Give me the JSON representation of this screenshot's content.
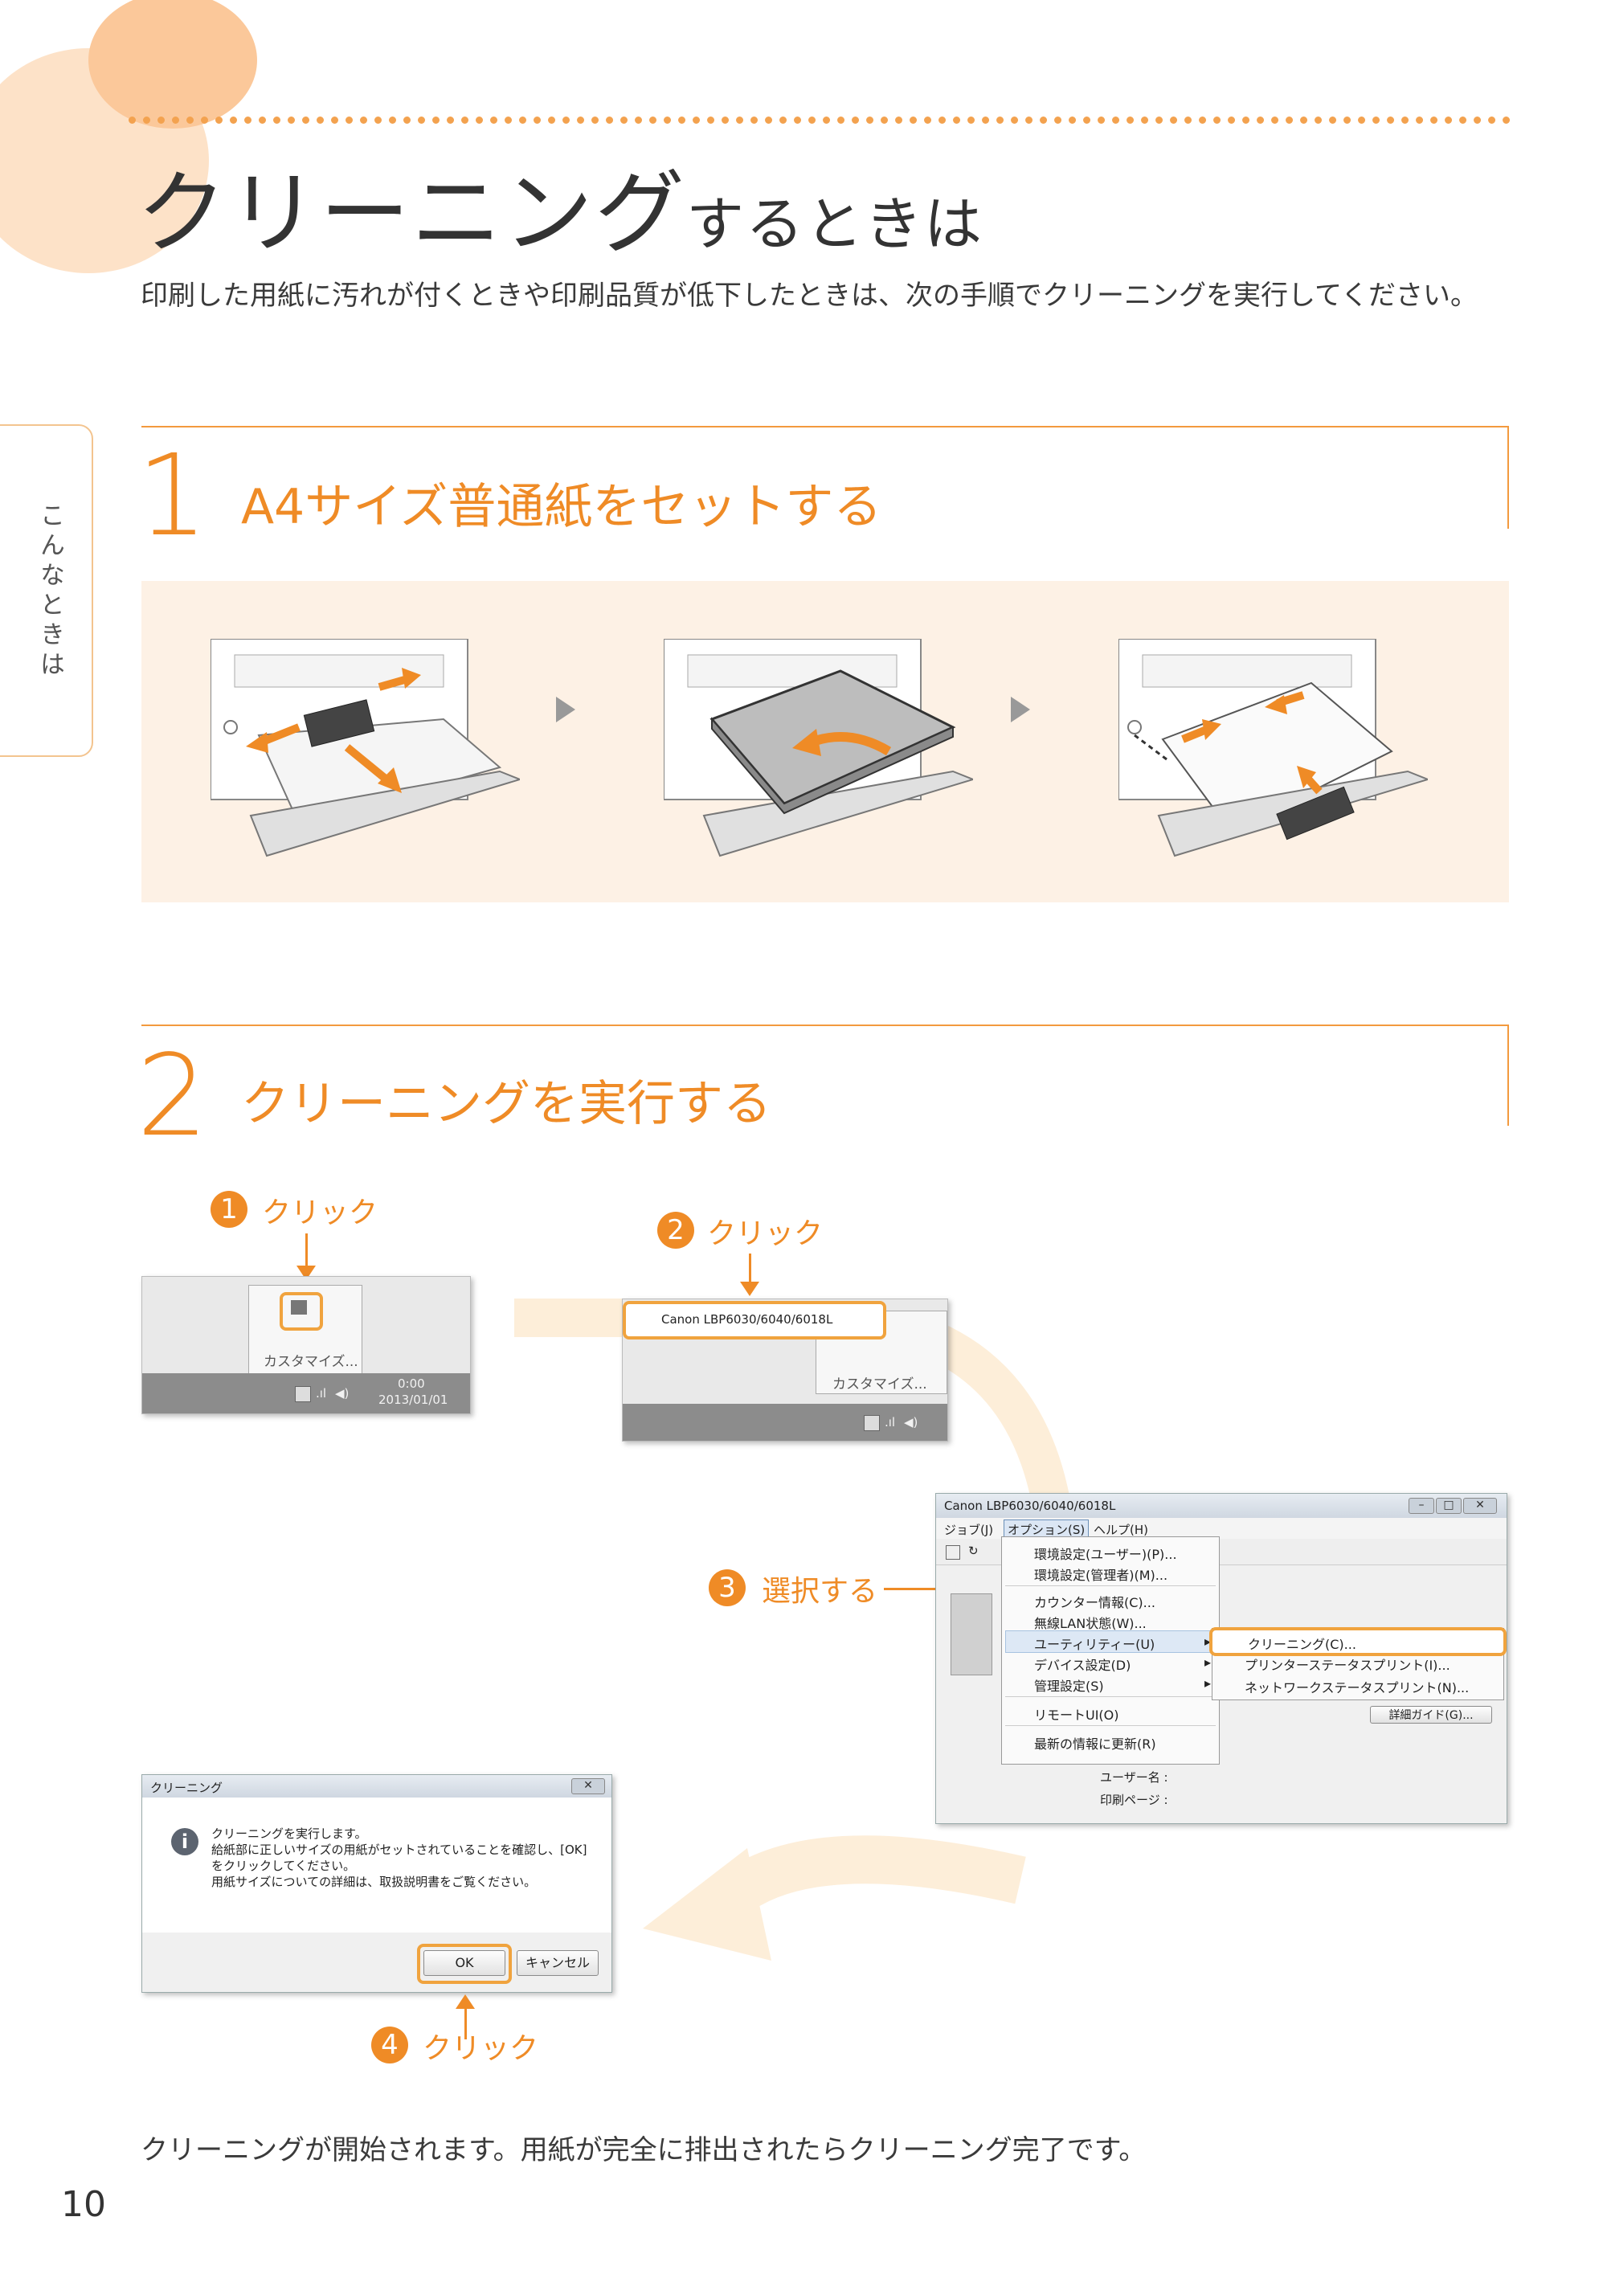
{
  "header": {
    "title_main": "クリーニング",
    "title_suffix": "するときは",
    "intro": "印刷した用紙に汚れが付くときや印刷品質が低下したときは、次の手順でクリーニングを実行してください。"
  },
  "sidetab": {
    "label": "こんなときは"
  },
  "section1": {
    "number": "1",
    "title": "A4サイズ普通紙をセットする"
  },
  "section2": {
    "number": "2",
    "title": "クリーニングを実行する",
    "steps": [
      {
        "num": "1",
        "label": "クリック"
      },
      {
        "num": "2",
        "label": "クリック"
      },
      {
        "num": "3",
        "label": "選択する"
      },
      {
        "num": "4",
        "label": "クリック"
      }
    ]
  },
  "tray1": {
    "customize": "カスタマイズ...",
    "time": "0:00",
    "date": "2013/01/01"
  },
  "tray2": {
    "printer_item": "Canon LBP6030/6040/6018L",
    "customize": "カスタマイズ..."
  },
  "app_window": {
    "title": "Canon LBP6030/6040/6018L",
    "menubar": [
      "ジョブ(J)",
      "オプション(S)",
      "ヘルプ(H)"
    ],
    "menu_items": [
      "環境設定(ユーザー)(P)...",
      "環境設定(管理者)(M)...",
      "カウンター情報(C)...",
      "無線LAN状態(W)...",
      "ユーティリティー(U)",
      "デバイス設定(D)",
      "管理設定(S)",
      "リモートUI(O)",
      "最新の情報に更新(R)"
    ],
    "submenu_items": [
      "クリーニング(C)...",
      "プリンターステータスプリント(I)...",
      "ネットワークステータスプリント(N)..."
    ],
    "detail_button": "詳細ガイド(G)...",
    "fields": [
      "ユーザー名 :",
      "印刷ページ :"
    ]
  },
  "dialog": {
    "title": "クリーニング",
    "lines": [
      "クリーニングを実行します。",
      "給紙部に正しいサイズの用紙がセットされていることを確認し、[OK]",
      "をクリックしてください。",
      "用紙サイズについての詳細は、取扱説明書をご覧ください。"
    ],
    "ok": "OK",
    "cancel": "キャンセル"
  },
  "footer": {
    "text": "クリーニングが開始されます。用紙が完全に排出されたらクリーニング完了です。"
  },
  "page_number": "10",
  "colors": {
    "accent": "#ef8b26",
    "band": "#fdf1e5",
    "circle_light": "#fde2c8",
    "circle_dark": "#fbc89a"
  }
}
